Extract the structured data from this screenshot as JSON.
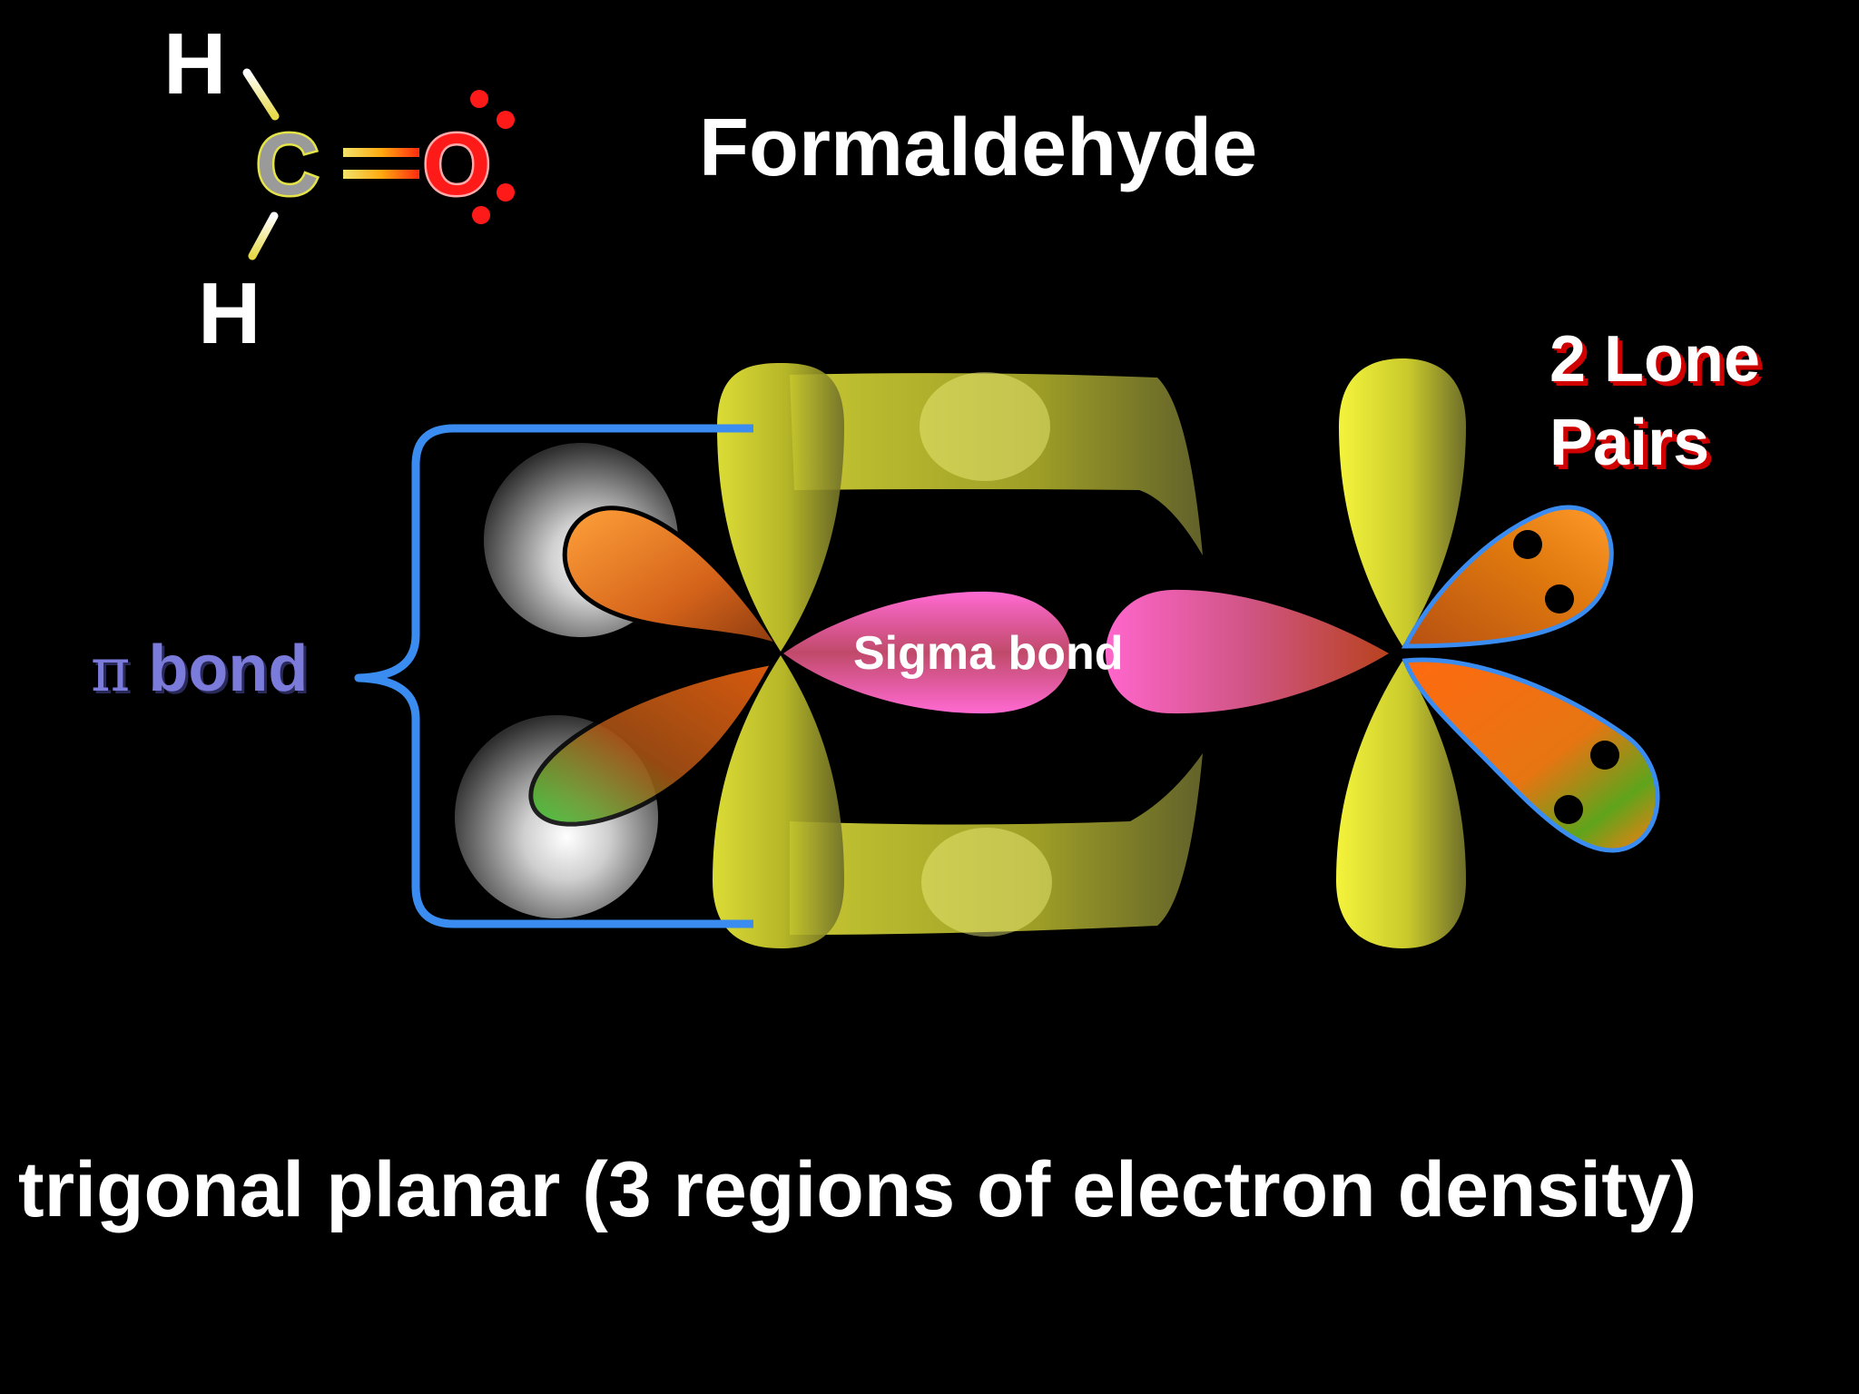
{
  "title": "Formaldehyde",
  "lone_pairs_label": {
    "line1": "2 Lone",
    "line2": "Pairs"
  },
  "pi_bond_label": {
    "symbol": "π",
    "text": "bond"
  },
  "sigma_bond_label": "Sigma bond",
  "caption": "trigonal planar (3 regions of electron density)",
  "structure": {
    "atoms": {
      "hydrogen_top": "H",
      "hydrogen_bottom": "H",
      "carbon": "C",
      "oxygen": "O"
    }
  },
  "colors": {
    "background": "#000000",
    "text": "#ffffff",
    "lone_pair_text_shadow": "#d00000",
    "pi_label": "#7b7bdc",
    "brace": "#3a8cf0",
    "p_orbital": "#e8e83a",
    "sigma_orbital": "#ff66cc",
    "hybrid_orbital": "#ff8a1a",
    "lone_pair_dot": "#000000",
    "oxygen_dot": "#ff1a1a"
  }
}
